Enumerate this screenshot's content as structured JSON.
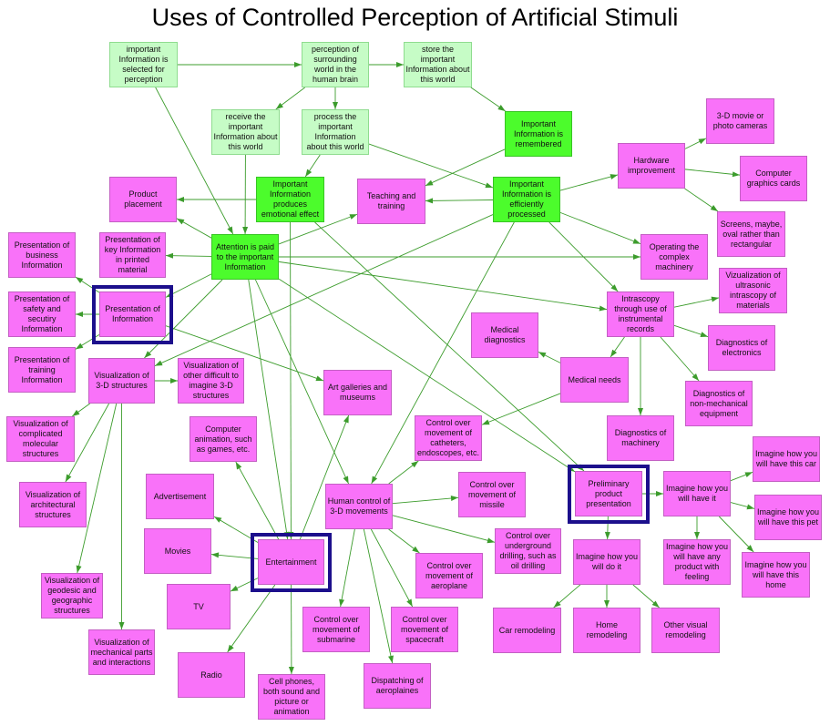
{
  "title": "Uses of Controlled Perception of Artificial Stimuli",
  "colors": {
    "light": "#c6fcc6",
    "green": "#4cfc2c",
    "pink": "#f972f9",
    "edge": "#3c9c2c",
    "highlight": "#1c0f8c"
  },
  "nodes": [
    {
      "id": "n1",
      "label": "important Information is selected for perception",
      "kind": "light"
    },
    {
      "id": "n2",
      "label": "perception of surrounding world in the human brain",
      "kind": "light"
    },
    {
      "id": "n3",
      "label": "store the important Information about this world",
      "kind": "light"
    },
    {
      "id": "n4",
      "label": "receive the important Information about this world",
      "kind": "light"
    },
    {
      "id": "n5",
      "label": "process the important Information about this world",
      "kind": "light"
    },
    {
      "id": "n6",
      "label": "Important Information is remembered",
      "kind": "green"
    },
    {
      "id": "n7",
      "label": "Important Information produces emotional effect",
      "kind": "green"
    },
    {
      "id": "n8",
      "label": "Product placement",
      "kind": "pink"
    },
    {
      "id": "n9",
      "label": "Teaching and training",
      "kind": "pink"
    },
    {
      "id": "n10",
      "label": "Important Information is efficiently processed",
      "kind": "green"
    },
    {
      "id": "n11",
      "label": "Hardware improvement",
      "kind": "pink"
    },
    {
      "id": "n12",
      "label": "3-D movie or photo cameras",
      "kind": "pink"
    },
    {
      "id": "n13",
      "label": "Computer graphics cards",
      "kind": "pink"
    },
    {
      "id": "n14",
      "label": "Screens, maybe, oval rather than rectangular",
      "kind": "pink"
    },
    {
      "id": "n15",
      "label": "Attention is paid to the important Information",
      "kind": "green"
    },
    {
      "id": "n16",
      "label": "Presentation of key Information in printed material",
      "kind": "pink"
    },
    {
      "id": "n17",
      "label": "Presentation of business Information",
      "kind": "pink"
    },
    {
      "id": "n18",
      "label": "Operating the complex machinery",
      "kind": "pink"
    },
    {
      "id": "n19",
      "label": "Vizualization of ultrasonic intrascopy of materials",
      "kind": "pink"
    },
    {
      "id": "n20",
      "label": "Intrascopy through use of instrumental records",
      "kind": "pink"
    },
    {
      "id": "n21",
      "label": "Presentation of safety and secutiry Information",
      "kind": "pink"
    },
    {
      "id": "n22",
      "label": "Presentation of Information",
      "kind": "pink",
      "highlighted": true
    },
    {
      "id": "n23",
      "label": "Medical diagnostics",
      "kind": "pink"
    },
    {
      "id": "n24",
      "label": "Diagnostics of electronics",
      "kind": "pink"
    },
    {
      "id": "n25",
      "label": "Presentation of training Information",
      "kind": "pink"
    },
    {
      "id": "n26",
      "label": "Visualization of 3-D structures",
      "kind": "pink"
    },
    {
      "id": "n27",
      "label": "Visualization of other difficult to imagine 3-D structures",
      "kind": "pink"
    },
    {
      "id": "n28",
      "label": "Art galleries and museums",
      "kind": "pink"
    },
    {
      "id": "n29",
      "label": "Medical needs",
      "kind": "pink"
    },
    {
      "id": "n30",
      "label": "Diagnostics of non-mechanical equipment",
      "kind": "pink"
    },
    {
      "id": "n31",
      "label": "Control over movement of catheters, endoscopes, etc.",
      "kind": "pink"
    },
    {
      "id": "n32",
      "label": "Diagnostics of machinery",
      "kind": "pink"
    },
    {
      "id": "n33",
      "label": "Visualization of complicated molecular structures",
      "kind": "pink"
    },
    {
      "id": "n34",
      "label": "Computer animation, such as games, etc.",
      "kind": "pink"
    },
    {
      "id": "n35",
      "label": "Imagine how you will have this car",
      "kind": "pink"
    },
    {
      "id": "n36",
      "label": "Advertisement",
      "kind": "pink"
    },
    {
      "id": "n37",
      "label": "Human control of 3-D movements",
      "kind": "pink"
    },
    {
      "id": "n38",
      "label": "Control over movement of missile",
      "kind": "pink"
    },
    {
      "id": "n39",
      "label": "Preliminary product presentation",
      "kind": "pink",
      "highlighted": true
    },
    {
      "id": "n40",
      "label": "Imagine how you will have it",
      "kind": "pink"
    },
    {
      "id": "n41",
      "label": "Visualization of architectural structures",
      "kind": "pink"
    },
    {
      "id": "n42",
      "label": "Imagine how you will have this pet",
      "kind": "pink"
    },
    {
      "id": "n43",
      "label": "Movies",
      "kind": "pink"
    },
    {
      "id": "n44",
      "label": "Entertainment",
      "kind": "pink",
      "highlighted": true
    },
    {
      "id": "n45",
      "label": "Control over underground drilling, such as oil drilling",
      "kind": "pink"
    },
    {
      "id": "n46",
      "label": "Imagine how you will do it",
      "kind": "pink"
    },
    {
      "id": "n47",
      "label": "Imagine how you will have any product with feeling",
      "kind": "pink"
    },
    {
      "id": "n48",
      "label": "Imagine how you will have this home",
      "kind": "pink"
    },
    {
      "id": "n49",
      "label": "Control over movement of aeroplane",
      "kind": "pink"
    },
    {
      "id": "n50",
      "label": "TV",
      "kind": "pink"
    },
    {
      "id": "n51",
      "label": "Visualization of geodesic and geographic structures",
      "kind": "pink"
    },
    {
      "id": "n52",
      "label": "Control over movement of submarine",
      "kind": "pink"
    },
    {
      "id": "n53",
      "label": "Control over movement of spacecraft",
      "kind": "pink"
    },
    {
      "id": "n54",
      "label": "Car remodeling",
      "kind": "pink"
    },
    {
      "id": "n55",
      "label": "Home remodeling",
      "kind": "pink"
    },
    {
      "id": "n56",
      "label": "Other visual remodeling",
      "kind": "pink"
    },
    {
      "id": "n57",
      "label": "Visualization of mechanical parts and interactions",
      "kind": "pink"
    },
    {
      "id": "n58",
      "label": "Radio",
      "kind": "pink"
    },
    {
      "id": "n59",
      "label": "Cell phones, both sound and picture or animation",
      "kind": "pink"
    },
    {
      "id": "n60",
      "label": "Dispatching of aeroplaines",
      "kind": "pink"
    }
  ],
  "edges": [
    [
      "n1",
      "n2"
    ],
    [
      "n2",
      "n3"
    ],
    [
      "n2",
      "n4"
    ],
    [
      "n2",
      "n5"
    ],
    [
      "n1",
      "n15"
    ],
    [
      "n3",
      "n6"
    ],
    [
      "n4",
      "n15"
    ],
    [
      "n5",
      "n7"
    ],
    [
      "n5",
      "n10"
    ],
    [
      "n6",
      "n9"
    ],
    [
      "n10",
      "n9"
    ],
    [
      "n7",
      "n8"
    ],
    [
      "n15",
      "n8"
    ],
    [
      "n15",
      "n16"
    ],
    [
      "n15",
      "n9"
    ],
    [
      "n15",
      "n22"
    ],
    [
      "n15",
      "n26"
    ],
    [
      "n15",
      "n18"
    ],
    [
      "n15",
      "n20"
    ],
    [
      "n22",
      "n28"
    ],
    [
      "n15",
      "n39"
    ],
    [
      "n15",
      "n37"
    ],
    [
      "n15",
      "n44"
    ],
    [
      "n7",
      "n44"
    ],
    [
      "n7",
      "n39"
    ],
    [
      "n10",
      "n11"
    ],
    [
      "n10",
      "n18"
    ],
    [
      "n10",
      "n20"
    ],
    [
      "n10",
      "n37"
    ],
    [
      "n10",
      "n26"
    ],
    [
      "n11",
      "n12"
    ],
    [
      "n11",
      "n13"
    ],
    [
      "n11",
      "n14"
    ],
    [
      "n20",
      "n19"
    ],
    [
      "n20",
      "n24"
    ],
    [
      "n20",
      "n30"
    ],
    [
      "n20",
      "n32"
    ],
    [
      "n20",
      "n29"
    ],
    [
      "n29",
      "n23"
    ],
    [
      "n29",
      "n31"
    ],
    [
      "n22",
      "n17"
    ],
    [
      "n22",
      "n21"
    ],
    [
      "n22",
      "n25"
    ],
    [
      "n26",
      "n27"
    ],
    [
      "n26",
      "n33"
    ],
    [
      "n26",
      "n41"
    ],
    [
      "n26",
      "n51"
    ],
    [
      "n26",
      "n57"
    ],
    [
      "n44",
      "n34"
    ],
    [
      "n44",
      "n36"
    ],
    [
      "n44",
      "n43"
    ],
    [
      "n44",
      "n50"
    ],
    [
      "n44",
      "n58"
    ],
    [
      "n44",
      "n59"
    ],
    [
      "n44",
      "n28"
    ],
    [
      "n37",
      "n31"
    ],
    [
      "n37",
      "n38"
    ],
    [
      "n37",
      "n45"
    ],
    [
      "n37",
      "n49"
    ],
    [
      "n37",
      "n52"
    ],
    [
      "n37",
      "n53"
    ],
    [
      "n37",
      "n60"
    ],
    [
      "n39",
      "n40"
    ],
    [
      "n39",
      "n46"
    ],
    [
      "n40",
      "n35"
    ],
    [
      "n40",
      "n42"
    ],
    [
      "n40",
      "n47"
    ],
    [
      "n40",
      "n48"
    ],
    [
      "n46",
      "n54"
    ],
    [
      "n46",
      "n55"
    ],
    [
      "n46",
      "n56"
    ]
  ]
}
